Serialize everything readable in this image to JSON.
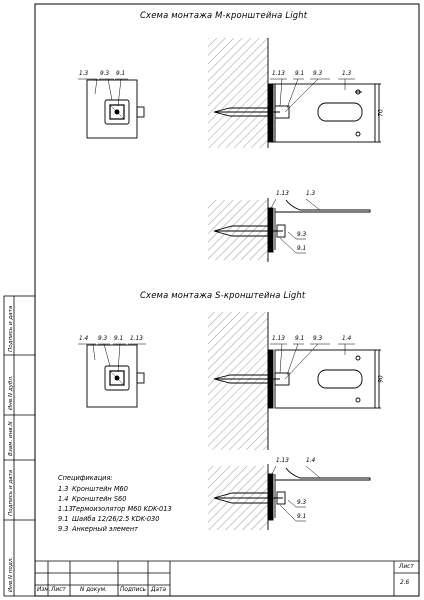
{
  "sections": {
    "m": {
      "title": "Схема монтажа М-кронштейна Light",
      "front_labels": [
        "1.3",
        "9.3",
        "9.1"
      ],
      "top_labels": [
        "1.13",
        "9.1",
        "9.3",
        "1.3"
      ],
      "dimension": "70",
      "bottom_labels": [
        "1.13",
        "1.3",
        "9.3",
        "9.1"
      ]
    },
    "s": {
      "title": "Схема монтажа S-кронштейна Light",
      "front_labels": [
        "1.4",
        "9.3",
        "9.1",
        "1.13"
      ],
      "top_labels": [
        "1.13",
        "9.1",
        "9.3",
        "1.4"
      ],
      "dimension": "90",
      "bottom_labels": [
        "1.13",
        "1.4",
        "9.3",
        "9.1"
      ]
    }
  },
  "spec": {
    "heading": "Спецификация:",
    "items": [
      {
        "code": "1.3",
        "text": "Кронштейн М60"
      },
      {
        "code": "1.4",
        "text": "Кронштейн S60"
      },
      {
        "code": "1.13",
        "text": "Термоизолятор М60 KDK-013"
      },
      {
        "code": "9.1",
        "text": "Шайба 12/26/2.5 KDK-030"
      },
      {
        "code": "9.3",
        "text": "Анкерный элемент"
      }
    ]
  },
  "side_strip": [
    "Подпись и дата",
    "Инв.N дубл.",
    "Взам. инв.N",
    "Подпись и дата",
    "Инв.N подл."
  ],
  "stamp": {
    "columns": [
      "Изм.",
      "Лист",
      "N докум.",
      "Подпись",
      "Дата"
    ],
    "sheet_label": "Лист",
    "sheet_number": "2.6"
  }
}
